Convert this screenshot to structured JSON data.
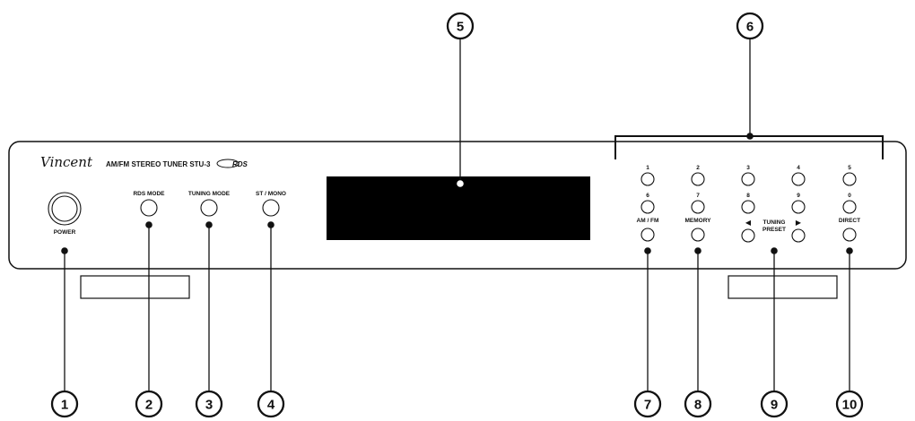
{
  "panel": {
    "brand": "Vincent",
    "model": "AM/FM STEREO TUNER STU-3",
    "rds_logo": "RDS"
  },
  "controls": {
    "power": "POWER",
    "rds_mode": "RDS MODE",
    "tuning_mode": "TUNING MODE",
    "st_mono": "ST / MONO",
    "preset_row1": [
      "1",
      "2",
      "3",
      "4",
      "5"
    ],
    "preset_row2": [
      "6",
      "7",
      "8",
      "9",
      "0"
    ],
    "am_fm": "AM / FM",
    "memory": "MEMORY",
    "tuning_line1": "TUNING",
    "tuning_line2": "PRESET",
    "left_arrow": "◀",
    "right_arrow": "▶",
    "direct": "DIRECT"
  },
  "callouts": [
    "1",
    "2",
    "3",
    "4",
    "5",
    "6",
    "7",
    "8",
    "9",
    "10"
  ]
}
